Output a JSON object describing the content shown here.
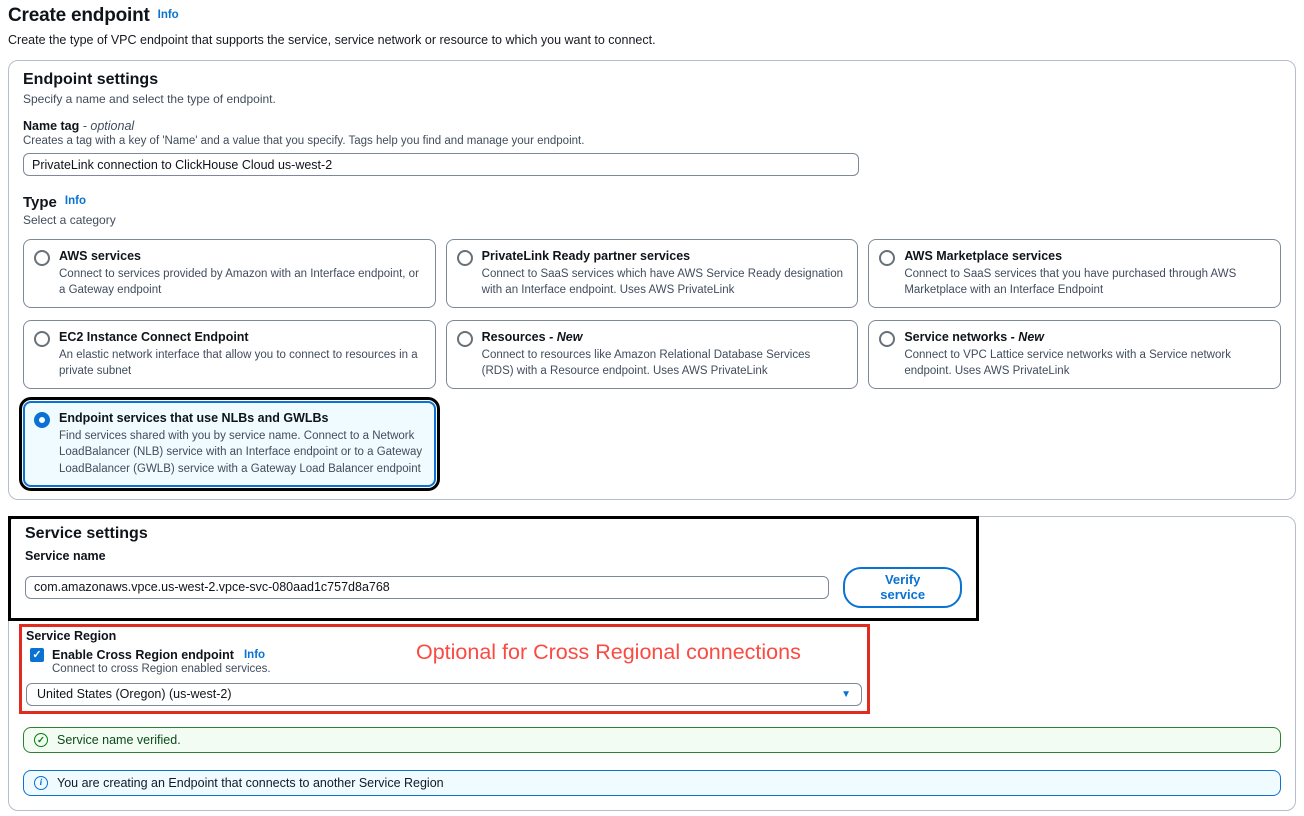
{
  "page": {
    "title": "Create endpoint",
    "title_info": "Info",
    "description": "Create the type of VPC endpoint that supports the service, service network or resource to which you want to connect."
  },
  "endpoint_settings": {
    "title": "Endpoint settings",
    "subtitle": "Specify a name and select the type of endpoint.",
    "name_tag": {
      "label": "Name tag",
      "optional": "- optional",
      "help": "Creates a tag with a key of 'Name' and a value that you specify. Tags help you find and manage your endpoint.",
      "value": "PrivateLink connection to ClickHouse Cloud us-west-2"
    },
    "type": {
      "label": "Type",
      "info": "Info",
      "subtitle": "Select a category",
      "options": [
        {
          "title": "AWS services",
          "description": "Connect to services provided by Amazon with an Interface endpoint, or a Gateway endpoint",
          "selected": false
        },
        {
          "title": "PrivateLink Ready partner services",
          "description": "Connect to SaaS services which have AWS Service Ready designation with an Interface endpoint. Uses AWS PrivateLink",
          "selected": false
        },
        {
          "title": "AWS Marketplace services",
          "description": "Connect to SaaS services that you have purchased through AWS Marketplace with an Interface Endpoint",
          "selected": false
        },
        {
          "title": "EC2 Instance Connect Endpoint",
          "description": "An elastic network interface that allow you to connect to resources in a private subnet",
          "selected": false
        },
        {
          "title": "Resources",
          "suffix": "- New",
          "description": "Connect to resources like Amazon Relational Database Services (RDS) with a Resource endpoint. Uses AWS PrivateLink",
          "selected": false
        },
        {
          "title": "Service networks",
          "suffix": "- New",
          "description": "Connect to VPC Lattice service networks with a Service network endpoint. Uses AWS PrivateLink",
          "selected": false
        },
        {
          "title": "Endpoint services that use NLBs and GWLBs",
          "description": "Find services shared with you by service name. Connect to a Network LoadBalancer (NLB) service with an Interface endpoint or to a Gateway LoadBalancer (GWLB) service with a Gateway Load Balancer endpoint",
          "selected": true,
          "annotated": true
        }
      ]
    }
  },
  "service_settings": {
    "title": "Service settings",
    "service_name": {
      "label": "Service name",
      "value": "com.amazonaws.vpce.us-west-2.vpce-svc-080aad1c757d8a768",
      "verify_button": "Verify service"
    },
    "service_region": {
      "label": "Service Region",
      "checkbox_label": "Enable Cross Region endpoint",
      "checkbox_info": "Info",
      "checkbox_checked": true,
      "checkbox_help": "Connect to cross Region enabled services.",
      "region_value": "United States (Oregon) (us-west-2)",
      "annotation_text": "Optional for Cross Regional connections"
    },
    "banners": {
      "success": "Service name verified.",
      "info": "You are creating an Endpoint that connects to another Service Region"
    }
  },
  "icons": {
    "checkbox_check": "✓",
    "success_check": "✓",
    "info_i": "i",
    "caret_down": "▼"
  },
  "colors": {
    "link_blue": "#0972d3",
    "selected_tile_bg": "#f0fbff",
    "success_green": "#037f0c",
    "annotation_red_border": "#e02b20",
    "annotation_red_text": "#fb4a42",
    "annotation_black": "#000000"
  }
}
